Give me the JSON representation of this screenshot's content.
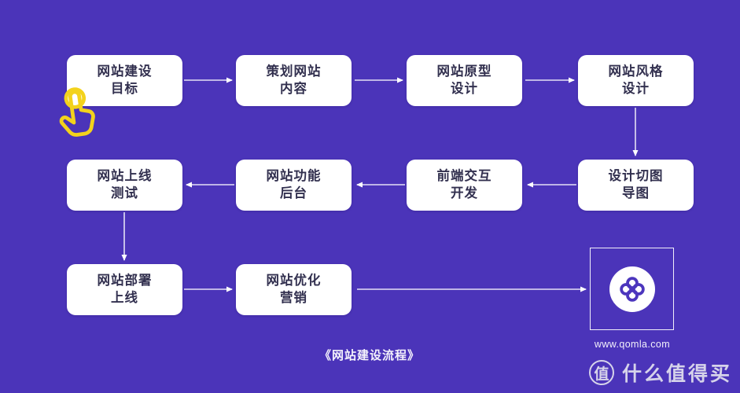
{
  "flowchart": {
    "caption": "《网站建设流程》",
    "nodes": [
      {
        "id": "site-goal",
        "line1": "网站建设",
        "line2": "目标"
      },
      {
        "id": "plan-content",
        "line1": "策划网站",
        "line2": "内容"
      },
      {
        "id": "prototype-design",
        "line1": "网站原型",
        "line2": "设计"
      },
      {
        "id": "style-design",
        "line1": "网站风格",
        "line2": "设计"
      },
      {
        "id": "launch-testing",
        "line1": "网站上线",
        "line2": "测试"
      },
      {
        "id": "function-backend",
        "line1": "网站功能",
        "line2": "后台"
      },
      {
        "id": "frontend-dev",
        "line1": "前端交互",
        "line2": "开发"
      },
      {
        "id": "design-slicing",
        "line1": "设计切图",
        "line2": "导图"
      },
      {
        "id": "deploy-launch",
        "line1": "网站部署",
        "line2": "上线"
      },
      {
        "id": "optimize-marketing",
        "line1": "网站优化",
        "line2": "营销"
      }
    ],
    "edges": [
      {
        "from": "site-goal",
        "to": "plan-content"
      },
      {
        "from": "plan-content",
        "to": "prototype-design"
      },
      {
        "from": "prototype-design",
        "to": "style-design"
      },
      {
        "from": "style-design",
        "to": "design-slicing"
      },
      {
        "from": "design-slicing",
        "to": "frontend-dev"
      },
      {
        "from": "frontend-dev",
        "to": "function-backend"
      },
      {
        "from": "function-backend",
        "to": "launch-testing"
      },
      {
        "from": "launch-testing",
        "to": "deploy-launch"
      },
      {
        "from": "deploy-launch",
        "to": "optimize-marketing"
      },
      {
        "from": "optimize-marketing",
        "to": "qomla-logo"
      }
    ]
  },
  "logo": {
    "website": "www.qomla.com"
  },
  "watermark": {
    "badge": "值",
    "label": "什么值得买"
  },
  "colors": {
    "background": "#4b34b9",
    "node_background": "#ffffff",
    "node_text": "#32304f",
    "arrow": "#ffffff",
    "cursor_yellow": "#f3d21c",
    "logo_mark": "#4c36bd"
  }
}
